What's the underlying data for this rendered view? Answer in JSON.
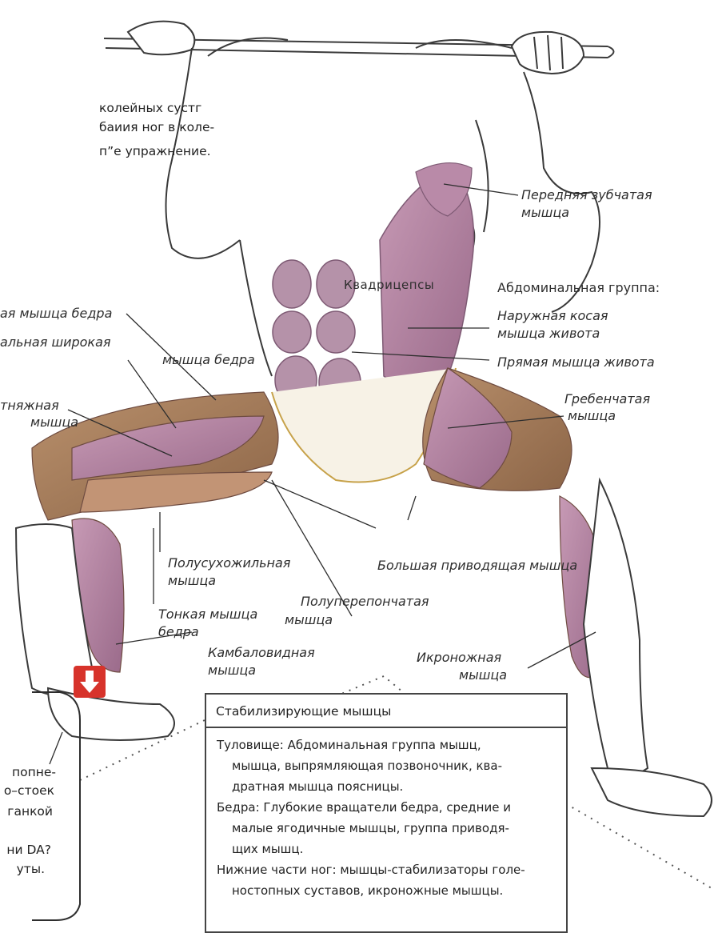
{
  "intro_text": {
    "line1": "колейных сустг",
    "line2": "баиия ног в коле-",
    "line3": "п”е упражнение."
  },
  "labels": {
    "serratus": [
      "Передняя зубчатая",
      "мышца"
    ],
    "quadriceps": "Квадрицепсы",
    "rectus_femoris": "ая мышца бедра",
    "vastus_lateralis_1": "альная  широкая",
    "vastus_lateralis_2": "мышца бедра",
    "sartorius_1": "тняжная",
    "sartorius_2": "мышца",
    "abdominal_group": "Абдоминальная группа:",
    "external_oblique": [
      "Наружная косая",
      "мышца живота"
    ],
    "rectus_abdominis": "Прямая мышца живота",
    "pectineus": [
      "Гребенчатая",
      "мышца"
    ],
    "semitendinosus": [
      "Полусухожильная",
      "мышца"
    ],
    "adductor_magnus": "Большая приводящая мышца",
    "semimembranosus": [
      "Полуперепончатая",
      "мышца"
    ],
    "gracilis": [
      "Тонкая мышца",
      "бедра"
    ],
    "soleus": [
      "Камбаловидная",
      "мышца"
    ],
    "gastrocnemius": [
      "Икроножная",
      "мышца"
    ]
  },
  "left_text": {
    "line1": "попне-",
    "line2": "о–стоек",
    "line3": "ганкой",
    "line4": "ни DA?",
    "line5": "уты."
  },
  "stabilizers": {
    "title": "Стабилизирующие мышцы",
    "lines": [
      "Туловище: Абдоминальная группа мышц,",
      "мышца, выпрямляющая позвоночник, ква-",
      "дратная мышца поясницы.",
      "Бедра: Глубокие вращатели бедра, средние и",
      "малые ягодичные мышцы, группа приводя-",
      "щих мышц.",
      "Нижние части ног: мышцы-стабилизаторы голе-",
      "ностопных суставов, икроножные мышцы."
    ]
  },
  "colors": {
    "muscle_pink": "#b88aa6",
    "muscle_dark": "#8f5f80",
    "muscle_brown": "#a78061",
    "button_red": "#d7332b"
  },
  "icons": [
    "download-arrow-icon"
  ]
}
